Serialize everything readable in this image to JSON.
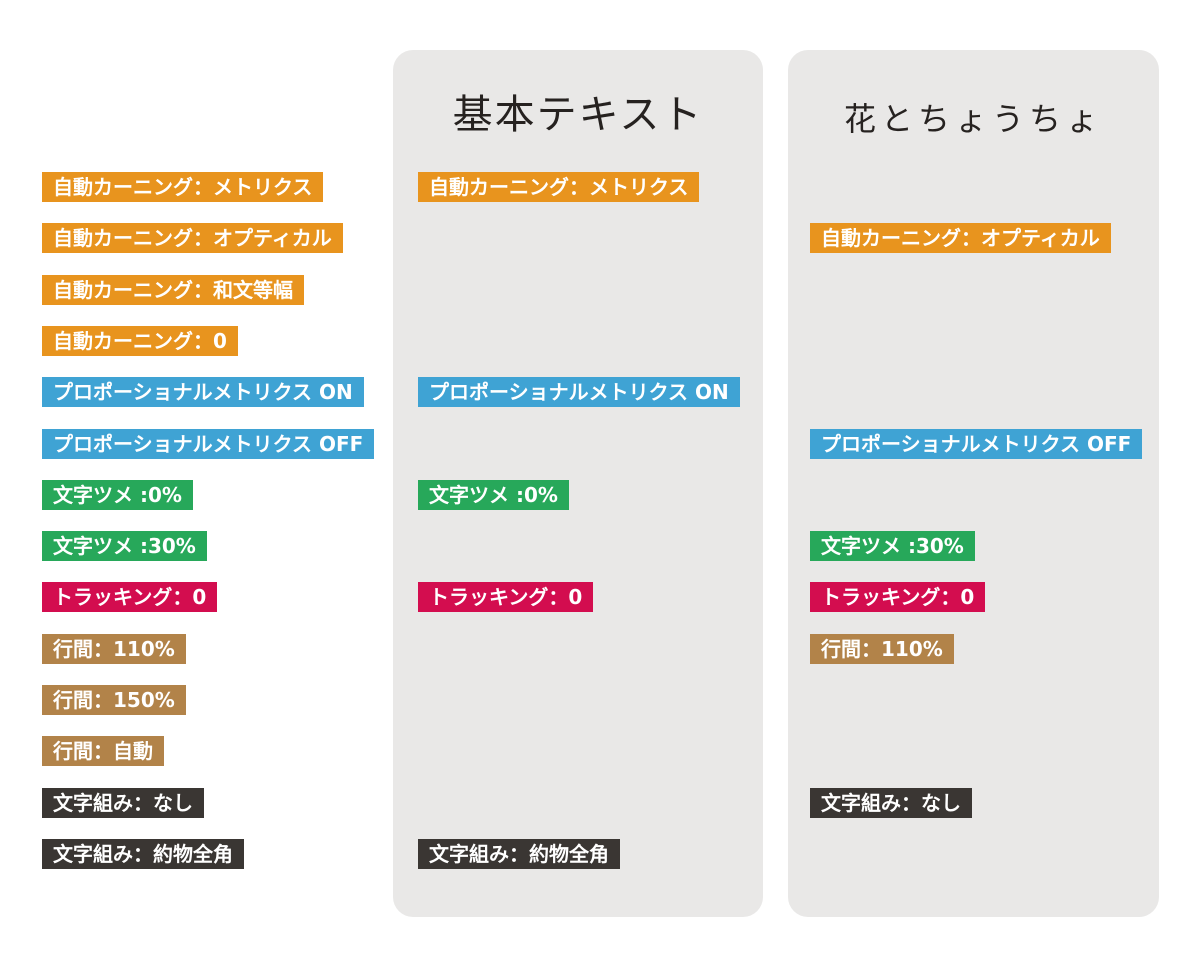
{
  "palette": {
    "accent_orange": "#E8941E",
    "accent_blue": "#3FA3D4",
    "accent_green": "#27A85A",
    "accent_red": "#D30D4F",
    "accent_tan": "#B28349",
    "accent_dark": "#3A3633",
    "panel_bg": "#E9E8E7",
    "title_color": "#262220",
    "label_text": "#FFFFFF"
  },
  "legend": {
    "labels": [
      "自動カーニング：メトリクス",
      "自動カーニング：オプティカル",
      "自動カーニング：和文等幅",
      "自動カーニング：0",
      "プロポーショナルメトリクス ON",
      "プロポーショナルメトリクス OFF",
      "文字ツメ :0%",
      "文字ツメ :30%",
      "トラッキング：0",
      "行間：110%",
      "行間：150%",
      "行間：自動",
      "文字組み：なし",
      "文字組み：約物全角"
    ]
  },
  "panels": {
    "basic": {
      "title": "基本テキスト",
      "labels": [
        "自動カーニング：メトリクス",
        "プロポーショナルメトリクス ON",
        "文字ツメ :0%",
        "トラッキング：0",
        "文字組み：約物全角"
      ]
    },
    "hana": {
      "title": "花とちょうちょ",
      "labels": [
        "自動カーニング：オプティカル",
        "プロポーショナルメトリクス OFF",
        "文字ツメ :30%",
        "トラッキング：0",
        "行間：110%",
        "文字組み：なし"
      ]
    }
  }
}
